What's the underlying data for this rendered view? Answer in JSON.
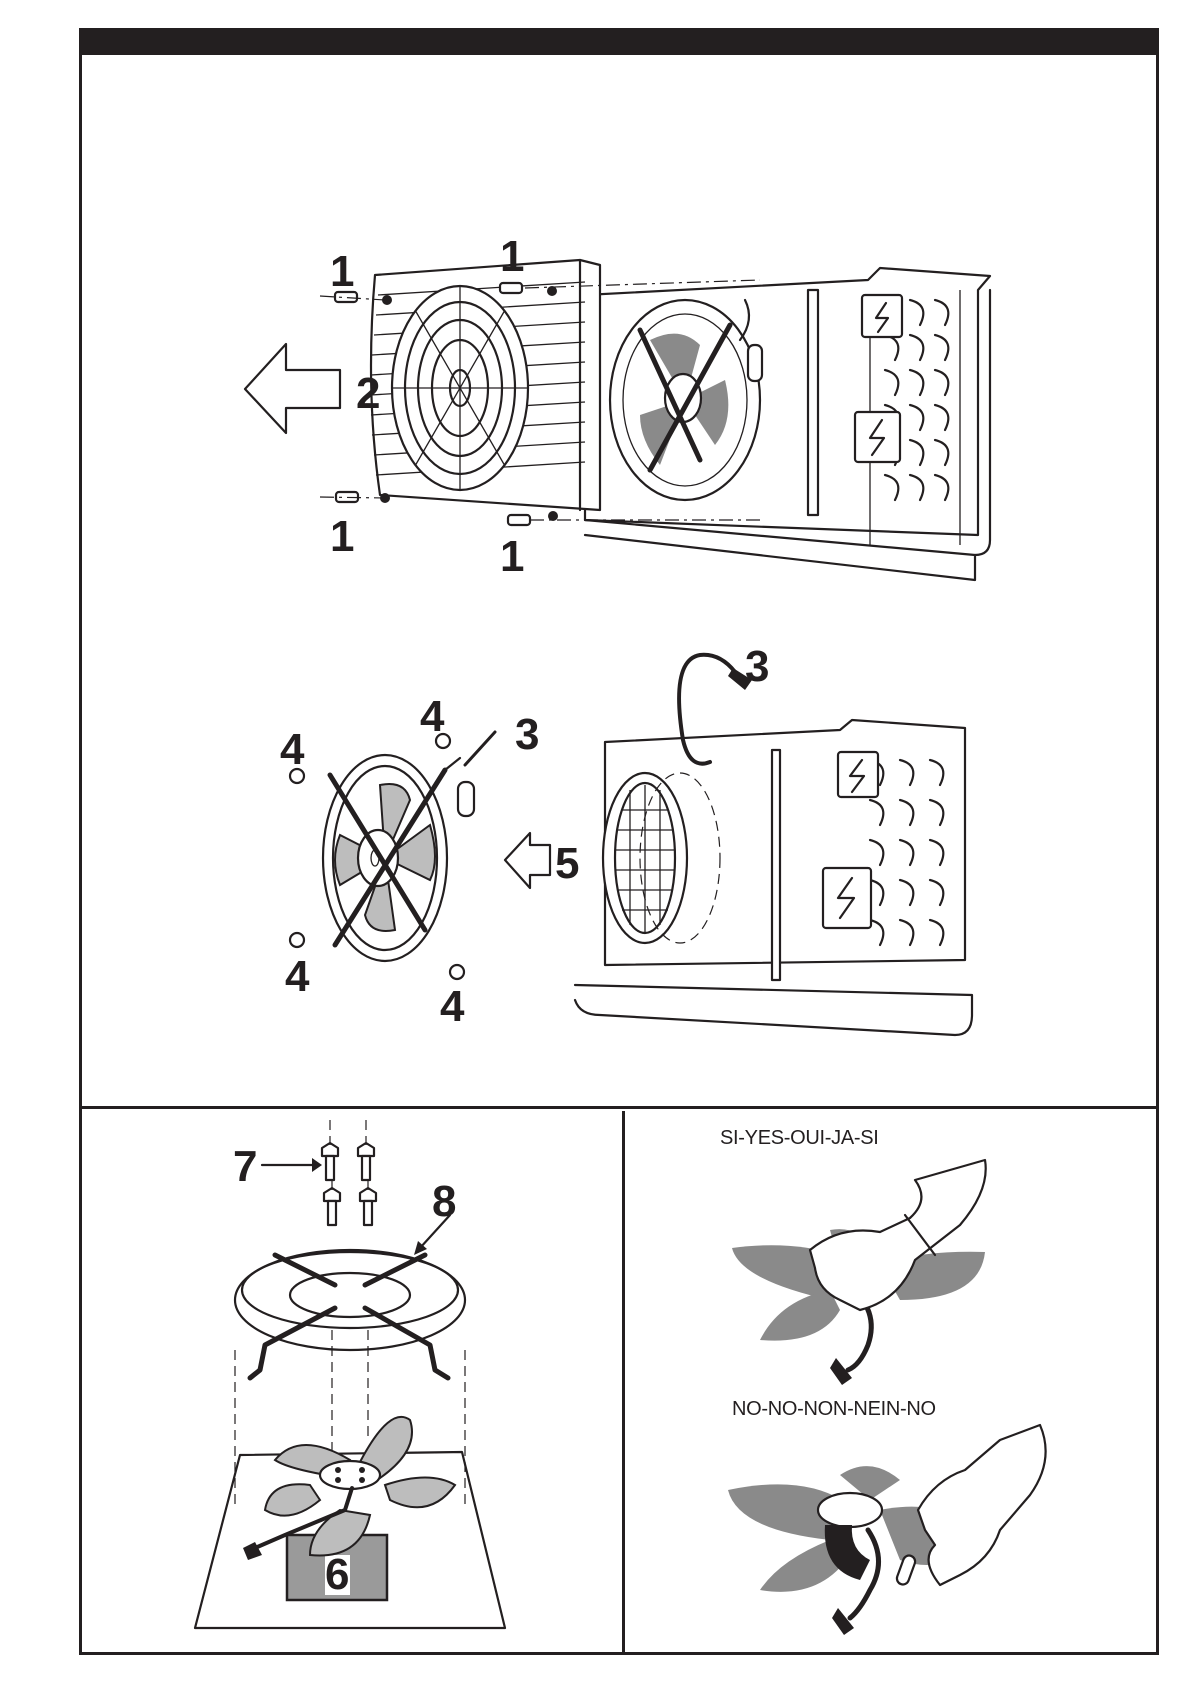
{
  "document": {
    "type": "installation-manual-page",
    "subject": "fan motor removal and handling",
    "colors": {
      "ink": "#231f20",
      "paper": "#ffffff",
      "blade_gray": "#8a8a8a"
    }
  },
  "header": {
    "bar_text": ""
  },
  "panels": {
    "top": {
      "name": "grille removal",
      "callouts": [
        "1",
        "1",
        "1",
        "1",
        "2"
      ]
    },
    "middle": {
      "name": "fan motor extraction",
      "callouts": [
        "4",
        "4",
        "3",
        "4",
        "4",
        "5",
        "3"
      ]
    },
    "bottom_left": {
      "name": "fan guard disassembly",
      "callouts": [
        "7",
        "8",
        "6"
      ]
    },
    "bottom_right": {
      "name": "correct and incorrect handling",
      "captions": {
        "yes": "SI-YES-OUI-JA-SI",
        "no": "NO-NO-NON-NEIN-NO"
      }
    }
  }
}
